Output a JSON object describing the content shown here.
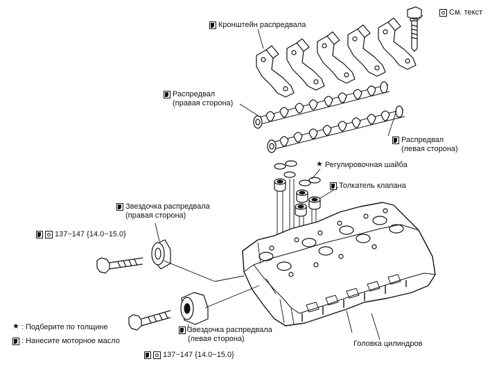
{
  "labels": {
    "see_text": "См. текст",
    "camshaft_bracket": "Кронштейн распредвала",
    "camshaft_right_1": "Распредвал",
    "camshaft_right_2": "(правая сторона)",
    "camshaft_left_1": "Распредвал",
    "camshaft_left_2": "(левая сторона)",
    "adjusting_shim": "Регулировочная шайба",
    "valve_lifter": "Толкатель клапана",
    "sprocket_right_1": "Звездочка распредвала",
    "sprocket_right_2": "(правая сторона)",
    "sprocket_left_1": "Звездочка распредвала",
    "sprocket_left_2": "(левая сторона)",
    "torque_top": "137~147  {14.0~15.0}",
    "torque_bottom": "137~147  {14.0~15.0}",
    "cylinder_head": "Головка цилиндров"
  },
  "legend": {
    "star_text": ": Подберите по толщине",
    "oil_text": ": Нанесите моторное масло"
  },
  "icons": [
    "oil-icon",
    "wrench-icon",
    "star-icon"
  ],
  "colors": {
    "ink": "#111111",
    "paper": "#ffffff"
  }
}
